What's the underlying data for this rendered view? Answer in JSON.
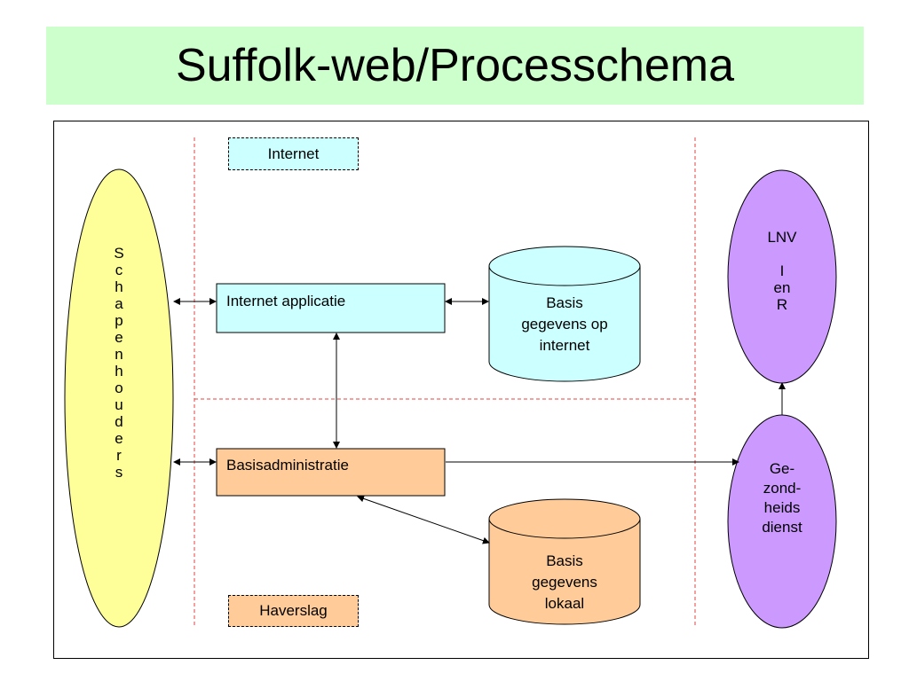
{
  "title": "Suffolk-web/Processchema",
  "colors": {
    "title_bg": "#ccffcc",
    "internet_fill": "#ccffff",
    "lokaal_fill": "#ffcc99",
    "actor_yellow": "#ffff99",
    "actor_purple": "#cc99ff",
    "zone_divider": "#e8413c"
  },
  "zones": {
    "internet": "Internet",
    "haverslag": "Haverslag"
  },
  "actors": {
    "schapenhouders": [
      "S",
      "c",
      "h",
      "a",
      "p",
      "e",
      "n",
      "h",
      "o",
      "u",
      "d",
      "e",
      "r",
      "s"
    ],
    "lnv": [
      "LNV",
      "",
      "I",
      "en",
      "R"
    ],
    "gezondheidsdienst": [
      "Ge-",
      "zond-",
      "heids",
      "dienst"
    ]
  },
  "processes": {
    "internet_applicatie": "Internet applicatie",
    "basisadministratie": "Basisadministratie"
  },
  "databases": {
    "internet": [
      "Basis",
      "gegevens op",
      "internet"
    ],
    "lokaal": [
      "Basis",
      "gegevens",
      "lokaal"
    ]
  }
}
